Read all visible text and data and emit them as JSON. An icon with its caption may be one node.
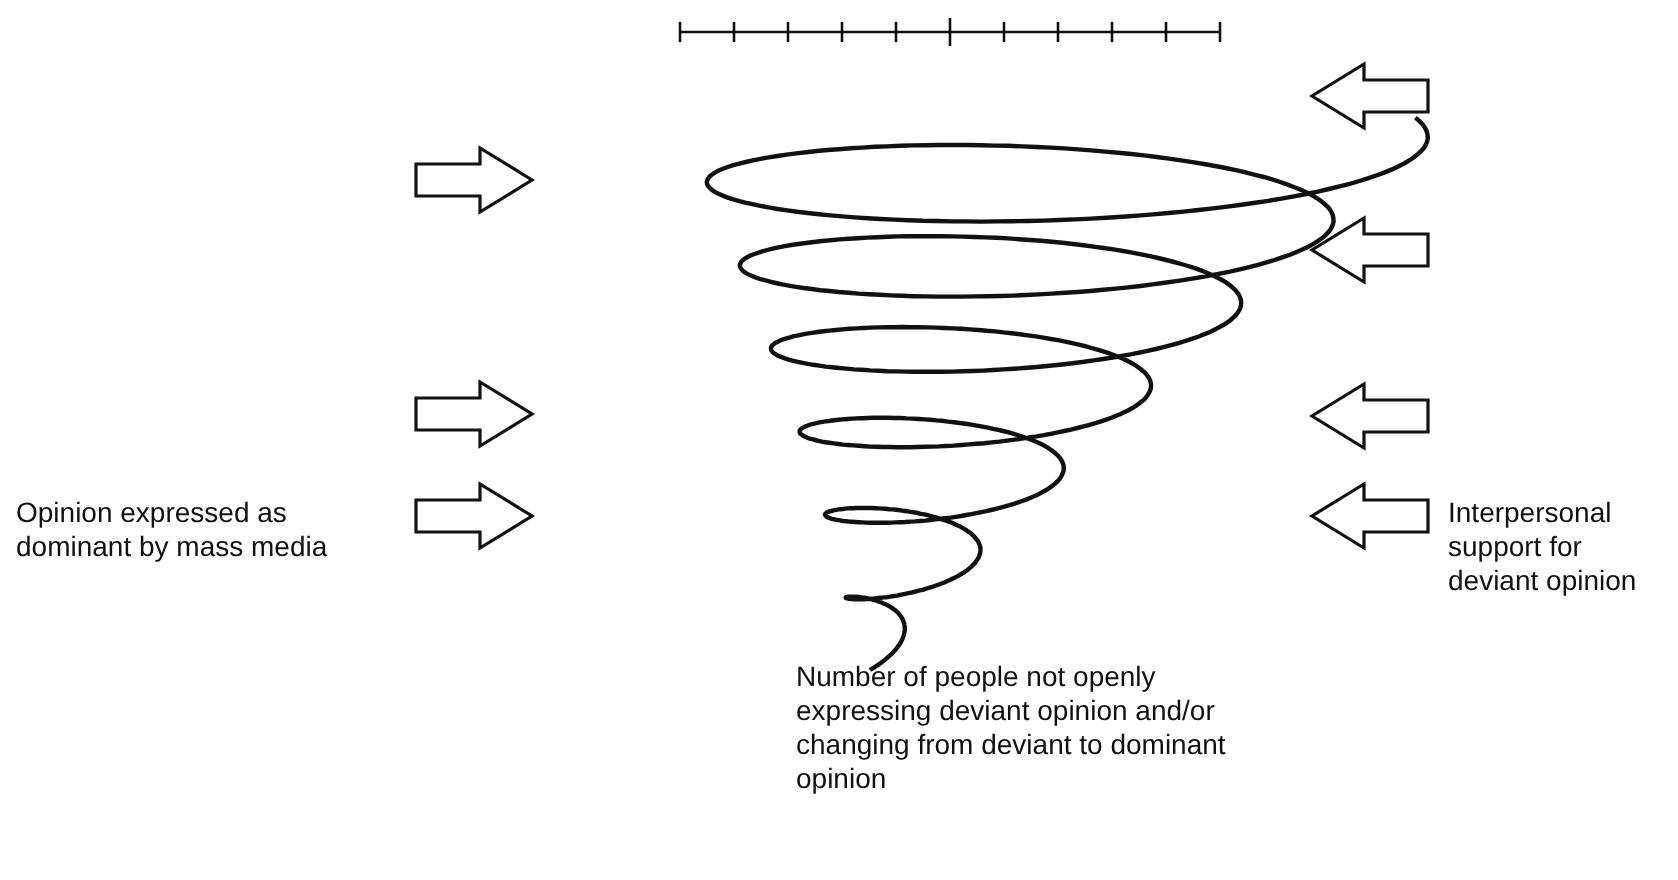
{
  "diagram": {
    "labels": [
      "Opinion expressed as dominant by mass media",
      "Number of people not openly expressing deviant opinion and/or changing from deviant to dominant opinion",
      "Interpersonal support for deviant opinion"
    ]
  }
}
